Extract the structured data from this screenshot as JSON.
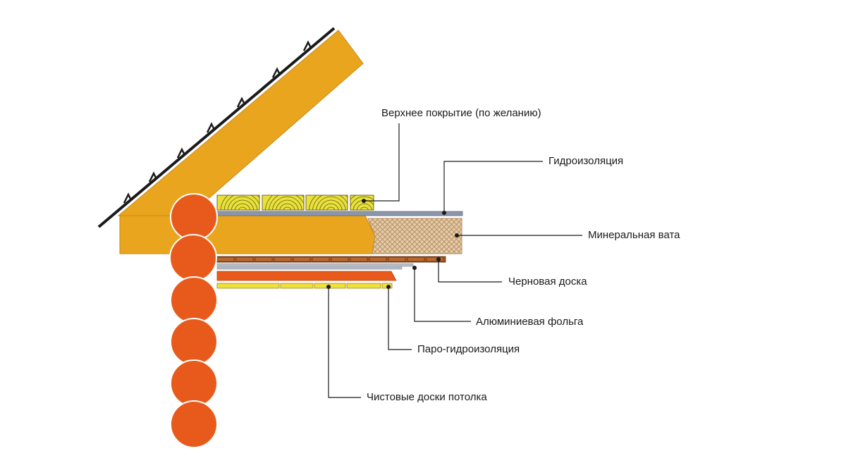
{
  "labels": {
    "top_covering": "Верхнее покрытие (по желанию)",
    "waterproofing": "Гидроизоляция",
    "mineral_wool": "Минеральная вата",
    "rough_board": "Черновая доска",
    "aluminum_foil": "Алюминиевая фольга",
    "vapor_barrier": "Паро-гидроизоляция",
    "ceiling_boards": "Чистовые доски потолка"
  },
  "colors": {
    "timber": "#E9A51E",
    "log": "#E85A1B",
    "wood_board": "#E7E13A",
    "mineral_wool": "#E3CCAA",
    "rough_board": "#A65A28",
    "waterproof_strip": "#8C96AA",
    "vapor_strip": "#E85A1B",
    "ceiling_strip": "#F0E03A",
    "leader": "#1a1a1a"
  }
}
